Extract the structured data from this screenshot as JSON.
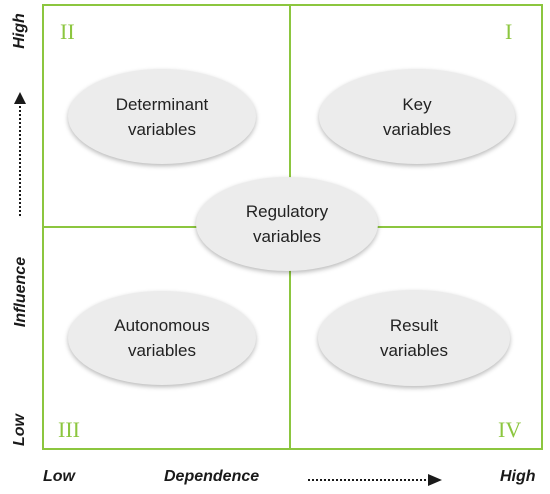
{
  "quadrant_numerals": {
    "top_left": "II",
    "top_right": "I",
    "bottom_left": "III",
    "bottom_right": "IV"
  },
  "variables": {
    "determinant": "Determinant\nvariables",
    "key": "Key\nvariables",
    "regulatory": "Regulatory\nvariables",
    "autonomous": "Autonomous\nvariables",
    "result": "Result\nvariables"
  },
  "y_axis": {
    "label": "Influence",
    "low": "Low",
    "high": "High"
  },
  "x_axis": {
    "label": "Dependence",
    "low": "Low",
    "high": "High"
  },
  "colors": {
    "grid": "#8cc63f",
    "ellipse_fill": "#ececec",
    "text": "#222222"
  }
}
